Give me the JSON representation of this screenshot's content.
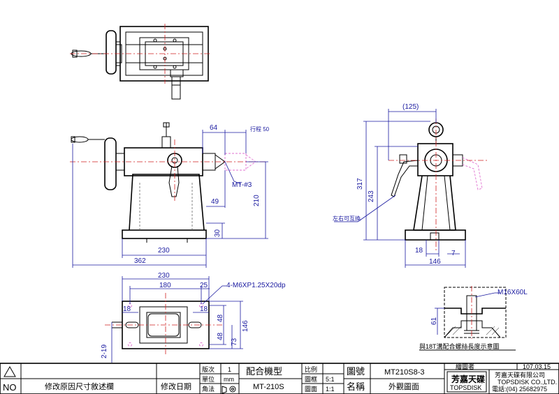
{
  "front_view": {
    "dims": {
      "d64": "64",
      "stroke": "行程 50",
      "mt": "MT-#3",
      "d49": "49",
      "d210": "210",
      "d30": "30",
      "d230": "230",
      "d362": "362"
    }
  },
  "side_view": {
    "dims": {
      "d125": "(125)",
      "d317": "317",
      "d243": "243",
      "d18": "18",
      "d7": "7",
      "d146": "146"
    },
    "callout": "左右可互換"
  },
  "plan_view": {
    "dims": {
      "d230": "230",
      "d180": "180",
      "d25": "25",
      "holes": "4-M6XP1.25X20dp",
      "d18a": "18",
      "d18b": "18",
      "d48a": "48",
      "d48b": "48",
      "d146": "146",
      "d73": "73",
      "d219": "2-19"
    }
  },
  "detail": {
    "bolt": "M16X60L",
    "d61": "61",
    "caption": "與18T溝配合螺絲長度示意圖"
  },
  "title_block": {
    "no_label": "NO",
    "revision_text": "修改原因尺寸敘述欄",
    "revision_date_label": "修改日期",
    "edition_label": "版次",
    "edition_value": "1",
    "unit_label": "單位",
    "unit_value": "mm",
    "angle_label": "角法",
    "model_label": "配合機型",
    "model_value": "MT-210S",
    "scale_label": "比例",
    "drawing_frame_label": "圖框",
    "drawing_frame_value": "5:1",
    "drawing_face_label": "圖面",
    "drawing_face_value": "1:1",
    "drawing_no_label": "圖號",
    "drawing_no_value": "MT210S8-3",
    "name_label": "名稱",
    "name_value": "外觀圖面",
    "drafter_label": "繪圖者",
    "date_value": "107.03.15",
    "company_logo_cn": "芳嘉天碟",
    "company_logo_en": "TOPSDISK",
    "company_name_cn": "芳嘉天碟有限公司",
    "company_name_en": "TOPSDISK CO.,LTD.",
    "company_phone": "電話:(04) 25682975"
  }
}
